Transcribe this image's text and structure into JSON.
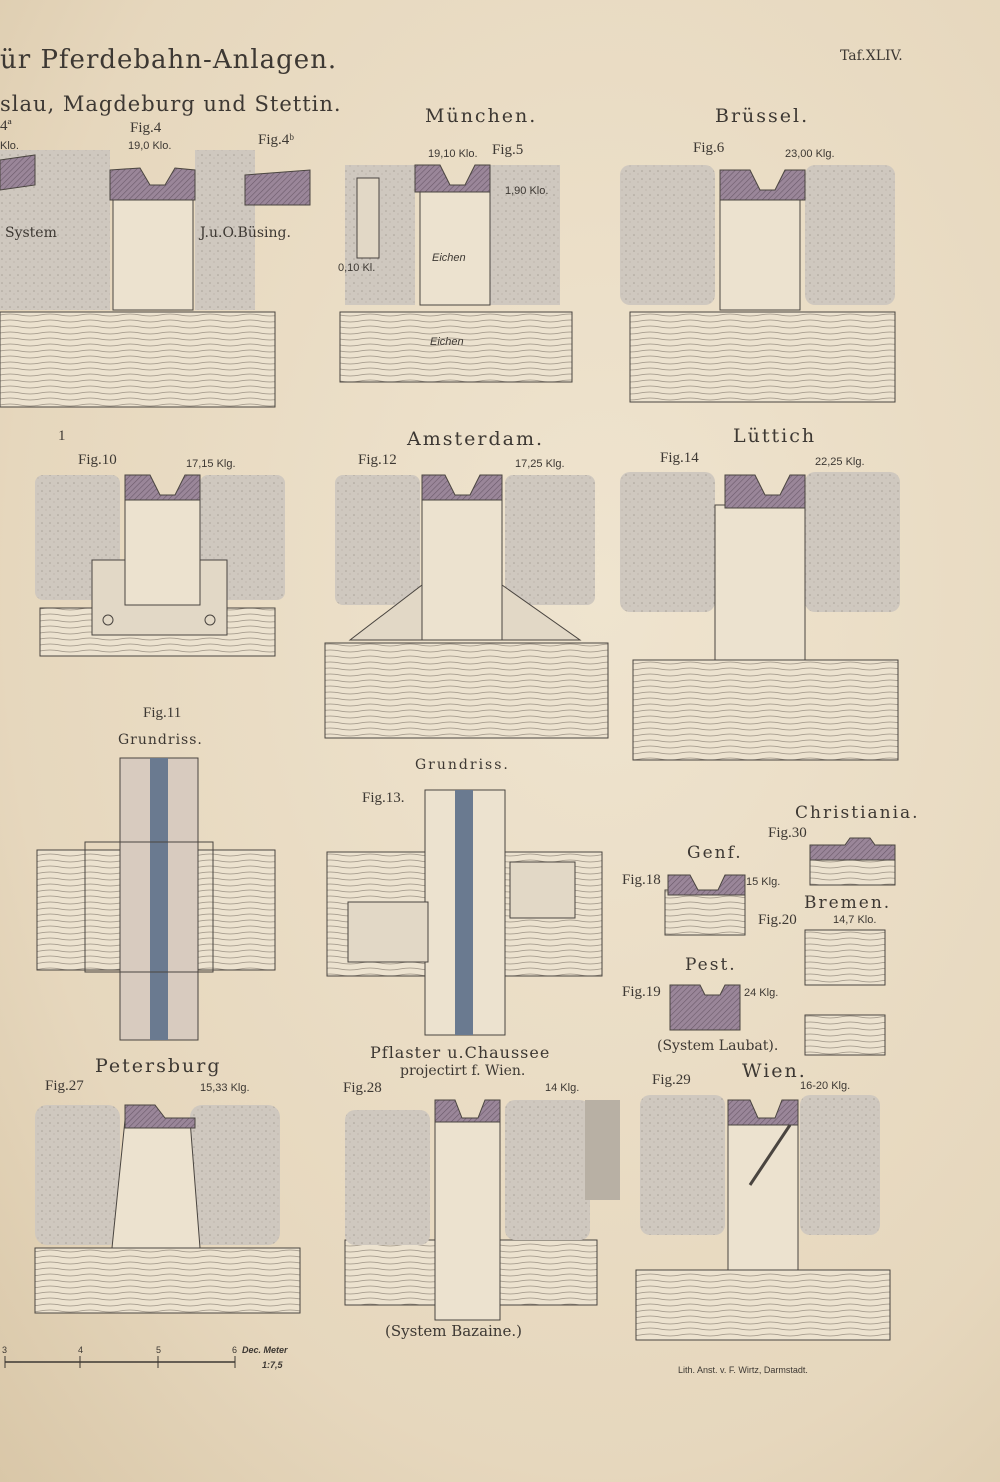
{
  "header": {
    "title": "ür Pferdebahn-Anlagen.",
    "subtitle": "slau, Magdeburg und Stettin.",
    "plate": "Taf.XLIV."
  },
  "figures": {
    "fig4a": "4ª",
    "fig4a_weight": "Klo.",
    "fig4": "Fig.4",
    "fig4_weight": "19,0 Klo.",
    "fig4b": "Fig.4ᵇ",
    "system": "System",
    "busing": "J.u.O.Büsing.",
    "muenchen": "München.",
    "fig5": "Fig.5",
    "fig5_weight": "19,10 Klo.",
    "fig5_weight2": "1,90 Klo.",
    "fig5_weight3": "0,10 Kl.",
    "eichen1": "Eichen",
    "eichen2": "Eichen",
    "bruessel": "Brüssel.",
    "fig6": "Fig.6",
    "fig6_weight": "23,00 Klg.",
    "one": "1",
    "fig10": "Fig.10",
    "fig10_weight": "17,15 Klg.",
    "amsterdam": "Amsterdam.",
    "fig12": "Fig.12",
    "fig12_weight": "17,25 Klg.",
    "luettich": "Lüttich",
    "fig14": "Fig.14",
    "fig14_weight": "22,25 Klg.",
    "fig11": "Fig.11",
    "grundriss1": "Grundriss.",
    "grundriss2": "Grundriss.",
    "fig13": "Fig.13.",
    "christiania": "Christiania.",
    "fig30": "Fig.30",
    "genf": "Genf.",
    "fig18": "Fig.18",
    "fig18_weight": "15 Klg.",
    "bremen": "Bremen.",
    "fig20": "Fig.20",
    "fig20_weight": "14,7 Klo.",
    "pest": "Pest.",
    "fig19": "Fig.19",
    "fig19_weight": "24 Klg.",
    "laubat": "(System Laubat).",
    "petersburg": "Petersburg",
    "fig27": "Fig.27",
    "fig27_weight": "15,33 Klg.",
    "pflaster": "Pflaster u.Chaussee",
    "projectirt": "projectirt f. Wien.",
    "fig28": "Fig.28",
    "fig28_weight": "14 Klg.",
    "wien": "Wien.",
    "fig29": "Fig.29",
    "fig29_weight": "16-20 Klg.",
    "bazaine": "(System Bazaine.)"
  },
  "scale": {
    "ticks": [
      "3",
      "4",
      "5",
      "6"
    ],
    "unit": "Dec. Meter",
    "ratio": "1:7,5"
  },
  "imprint": "Lith. Anst. v. F. Wirtz, Darmstadt.",
  "colors": {
    "paper": "#e9dcc6",
    "stone": "#cfc6bc",
    "rail": "#8e7c8c",
    "wood": "#ece2cf",
    "ink": "#3d3833"
  }
}
